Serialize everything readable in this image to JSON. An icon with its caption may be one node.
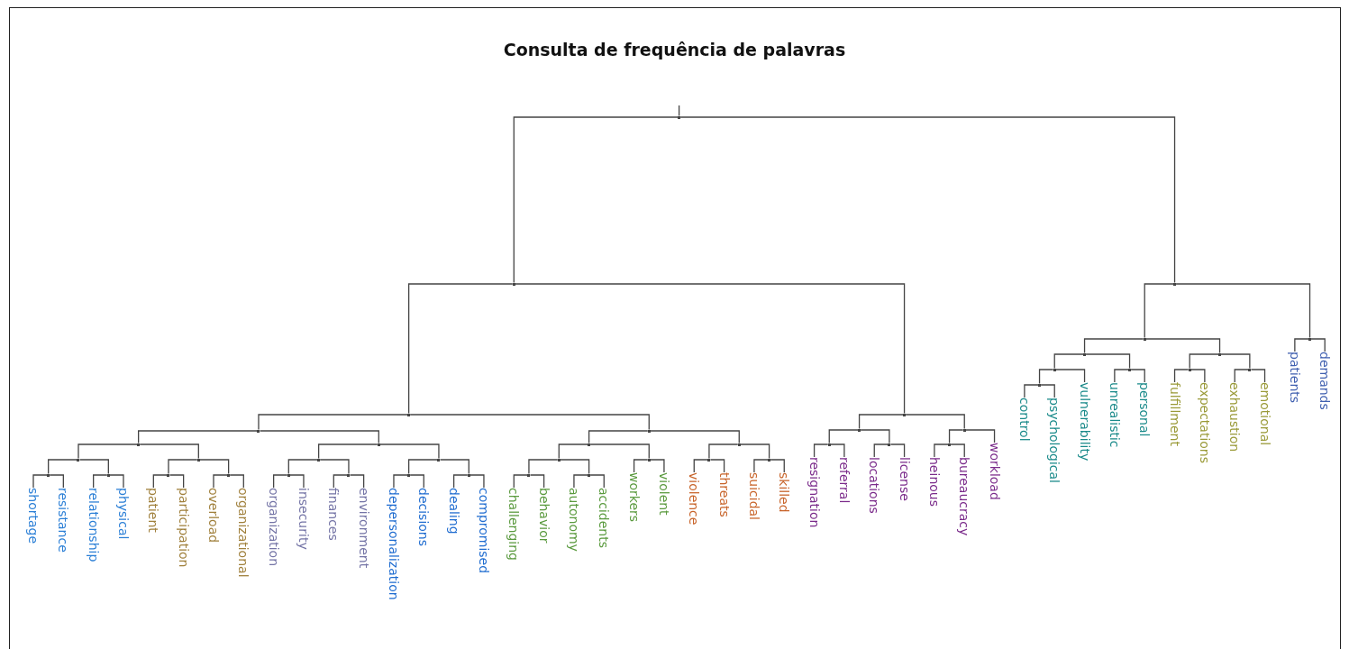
{
  "diagram": {
    "title": "Consulta de frequência de palavras",
    "nodes": [
      {
        "text": [],
        "shape": "point"
      },
      {
        "text": [],
        "shape": "point"
      },
      {
        "text": [],
        "shape": "point"
      },
      {
        "text": [],
        "shape": "point"
      },
      {
        "text": [],
        "shape": "point"
      },
      {
        "text": [],
        "shape": "point"
      },
      {
        "text": [],
        "shape": "point"
      },
      {
        "text": [],
        "shape": "point"
      },
      {
        "text": [],
        "shape": "point"
      },
      {
        "text": [],
        "shape": "point"
      },
      {
        "text": [],
        "shape": "point"
      },
      {
        "text": [],
        "shape": "point"
      },
      {
        "text": [],
        "shape": "point"
      },
      {
        "text": [],
        "shape": "point"
      },
      {
        "text": [],
        "shape": "point"
      },
      {
        "text": [],
        "shape": "point"
      },
      {
        "text": [],
        "shape": "point"
      },
      {
        "text": [],
        "shape": "point"
      },
      {
        "text": [],
        "shape": "point"
      },
      {
        "text": [],
        "shape": "point"
      },
      {
        "text": [],
        "shape": "point"
      },
      {
        "text": [],
        "shape": "point"
      },
      {
        "text": [],
        "shape": "point"
      },
      {
        "text": [],
        "shape": "point"
      },
      {
        "text": [],
        "shape": "point"
      },
      {
        "text": [],
        "shape": "point"
      },
      {
        "text": [],
        "shape": "point"
      },
      {
        "text": [],
        "shape": "point"
      },
      {
        "text": [],
        "shape": "point"
      },
      {
        "text": [],
        "shape": "point"
      },
      {
        "text": [],
        "shape": "point"
      },
      {
        "text": [],
        "shape": "point"
      },
      {
        "text": [],
        "shape": "point"
      },
      {
        "text": [],
        "shape": "point"
      },
      {
        "text": [],
        "shape": "point"
      },
      {
        "text": [],
        "shape": "point"
      },
      {
        "text": [],
        "shape": "point"
      },
      {
        "text": [],
        "shape": "point"
      },
      {
        "text": [],
        "shape": "point"
      },
      {
        "text": [],
        "shape": "point"
      },
      {
        "text": [],
        "shape": "point"
      },
      {
        "text": [],
        "shape": "point"
      },
      {
        "text": [],
        "shape": "point"
      },
      {
        "text": [
          "shortage"
        ]
      },
      {
        "text": [
          "resistance"
        ]
      },
      {
        "text": [
          "relationship"
        ]
      },
      {
        "text": [
          "physical"
        ]
      },
      {
        "text": [
          "patient"
        ]
      },
      {
        "text": [
          "participation"
        ]
      },
      {
        "text": [
          "overload"
        ]
      },
      {
        "text": [
          "organizational"
        ]
      },
      {
        "text": [
          "organization"
        ]
      },
      {
        "text": [
          "insecurity"
        ]
      },
      {
        "text": [
          "finances"
        ]
      },
      {
        "text": [
          "environment"
        ]
      },
      {
        "text": [
          "depersonalization"
        ]
      },
      {
        "text": [
          "decisions"
        ]
      },
      {
        "text": [
          "dealing"
        ]
      },
      {
        "text": [
          "compromised"
        ]
      },
      {
        "text": [
          "challenging"
        ]
      },
      {
        "text": [
          "behavior"
        ]
      },
      {
        "text": [
          "autonomy"
        ]
      },
      {
        "text": [
          "accidents"
        ]
      },
      {
        "text": [
          "workers"
        ]
      },
      {
        "text": [
          "violent"
        ]
      },
      {
        "text": [
          "violence"
        ]
      },
      {
        "text": [
          "threats"
        ]
      },
      {
        "text": [
          "suicidal"
        ]
      },
      {
        "text": [
          "skilled"
        ]
      },
      {
        "text": [
          "resignation"
        ]
      },
      {
        "text": [
          "referral"
        ]
      },
      {
        "text": [
          "locations"
        ]
      },
      {
        "text": [
          "license"
        ]
      },
      {
        "text": [
          "heinous"
        ]
      },
      {
        "text": [
          "bureaucracy"
        ]
      },
      {
        "text": [
          "workload"
        ]
      },
      {
        "text": [
          "control"
        ]
      },
      {
        "text": [
          "psychological"
        ]
      },
      {
        "text": [
          "vulnerability"
        ]
      },
      {
        "text": [
          "unrealistic"
        ]
      },
      {
        "text": [
          "personal"
        ]
      },
      {
        "text": [
          "fulfillment"
        ]
      },
      {
        "text": [
          "expectations"
        ]
      },
      {
        "text": [
          "exhaustion"
        ]
      },
      {
        "text": [
          "emotional"
        ]
      },
      {
        "text": [
          "patients"
        ]
      },
      {
        "text": [
          "demands"
        ]
      }
    ],
    "edges": [
      {
        "from": null,
        "to": 0,
        "arrow": "none"
      },
      {
        "from": 0,
        "to": 1,
        "arrow": "none"
      },
      {
        "from": 0,
        "to": 2,
        "arrow": "none"
      },
      {
        "from": 1,
        "to": 3,
        "arrow": "none"
      },
      {
        "from": 1,
        "to": 4,
        "arrow": "none"
      },
      {
        "from": 2,
        "to": 5,
        "arrow": "none"
      },
      {
        "from": 2,
        "to": 6,
        "arrow": "none"
      },
      {
        "from": 3,
        "to": 7,
        "arrow": "none"
      },
      {
        "from": 3,
        "to": 8,
        "arrow": "none"
      },
      {
        "from": 4,
        "to": 9,
        "arrow": "none"
      },
      {
        "from": 4,
        "to": 10,
        "arrow": "none"
      },
      {
        "from": 5,
        "to": 11,
        "arrow": "none"
      },
      {
        "from": 5,
        "to": 12,
        "arrow": "none"
      },
      {
        "from": 6,
        "to": 85,
        "arrow": "none"
      },
      {
        "from": 6,
        "to": 86,
        "arrow": "none"
      },
      {
        "from": 7,
        "to": 13,
        "arrow": "none"
      },
      {
        "from": 7,
        "to": 14,
        "arrow": "none"
      },
      {
        "from": 8,
        "to": 15,
        "arrow": "none"
      },
      {
        "from": 8,
        "to": 16,
        "arrow": "none"
      },
      {
        "from": 9,
        "to": 17,
        "arrow": "none"
      },
      {
        "from": 9,
        "to": 18,
        "arrow": "none"
      },
      {
        "from": 10,
        "to": 19,
        "arrow": "none"
      },
      {
        "from": 10,
        "to": 75,
        "arrow": "none"
      },
      {
        "from": 11,
        "to": 20,
        "arrow": "none"
      },
      {
        "from": 11,
        "to": 21,
        "arrow": "none"
      },
      {
        "from": 12,
        "to": 22,
        "arrow": "none"
      },
      {
        "from": 12,
        "to": 23,
        "arrow": "none"
      },
      {
        "from": 13,
        "to": 24,
        "arrow": "none"
      },
      {
        "from": 13,
        "to": 25,
        "arrow": "none"
      },
      {
        "from": 14,
        "to": 26,
        "arrow": "none"
      },
      {
        "from": 14,
        "to": 27,
        "arrow": "none"
      },
      {
        "from": 15,
        "to": 28,
        "arrow": "none"
      },
      {
        "from": 15,
        "to": 29,
        "arrow": "none"
      },
      {
        "from": 16,
        "to": 30,
        "arrow": "none"
      },
      {
        "from": 16,
        "to": 31,
        "arrow": "none"
      },
      {
        "from": 17,
        "to": 69,
        "arrow": "none"
      },
      {
        "from": 17,
        "to": 70,
        "arrow": "none"
      },
      {
        "from": 18,
        "to": 71,
        "arrow": "none"
      },
      {
        "from": 18,
        "to": 72,
        "arrow": "none"
      },
      {
        "from": 19,
        "to": 73,
        "arrow": "none"
      },
      {
        "from": 19,
        "to": 74,
        "arrow": "none"
      },
      {
        "from": 20,
        "to": 32,
        "arrow": "none"
      },
      {
        "from": 20,
        "to": 78,
        "arrow": "none"
      },
      {
        "from": 21,
        "to": 79,
        "arrow": "none"
      },
      {
        "from": 21,
        "to": 80,
        "arrow": "none"
      },
      {
        "from": 22,
        "to": 81,
        "arrow": "none"
      },
      {
        "from": 22,
        "to": 82,
        "arrow": "none"
      },
      {
        "from": 23,
        "to": 83,
        "arrow": "none"
      },
      {
        "from": 23,
        "to": 84,
        "arrow": "none"
      },
      {
        "from": 24,
        "to": 33,
        "arrow": "none"
      },
      {
        "from": 24,
        "to": 34,
        "arrow": "none"
      },
      {
        "from": 25,
        "to": 35,
        "arrow": "none"
      },
      {
        "from": 25,
        "to": 36,
        "arrow": "none"
      },
      {
        "from": 26,
        "to": 37,
        "arrow": "none"
      },
      {
        "from": 26,
        "to": 38,
        "arrow": "none"
      },
      {
        "from": 27,
        "to": 39,
        "arrow": "none"
      },
      {
        "from": 27,
        "to": 40,
        "arrow": "none"
      },
      {
        "from": 28,
        "to": 41,
        "arrow": "none"
      },
      {
        "from": 28,
        "to": 42,
        "arrow": "none"
      },
      {
        "from": 29,
        "to": 63,
        "arrow": "none"
      },
      {
        "from": 29,
        "to": 64,
        "arrow": "none"
      },
      {
        "from": 30,
        "to": 65,
        "arrow": "none"
      },
      {
        "from": 30,
        "to": 66,
        "arrow": "none"
      },
      {
        "from": 31,
        "to": 67,
        "arrow": "none"
      },
      {
        "from": 31,
        "to": 68,
        "arrow": "none"
      },
      {
        "from": 32,
        "to": 76,
        "arrow": "none"
      },
      {
        "from": 32,
        "to": 77,
        "arrow": "none"
      },
      {
        "from": 33,
        "to": 43,
        "arrow": "none"
      },
      {
        "from": 33,
        "to": 44,
        "arrow": "none"
      },
      {
        "from": 34,
        "to": 45,
        "arrow": "none"
      },
      {
        "from": 34,
        "to": 46,
        "arrow": "none"
      },
      {
        "from": 35,
        "to": 47,
        "arrow": "none"
      },
      {
        "from": 35,
        "to": 48,
        "arrow": "none"
      },
      {
        "from": 36,
        "to": 49,
        "arrow": "none"
      },
      {
        "from": 36,
        "to": 50,
        "arrow": "none"
      },
      {
        "from": 37,
        "to": 51,
        "arrow": "none"
      },
      {
        "from": 37,
        "to": 52,
        "arrow": "none"
      },
      {
        "from": 38,
        "to": 53,
        "arrow": "none"
      },
      {
        "from": 38,
        "to": 54,
        "arrow": "none"
      },
      {
        "from": 39,
        "to": 55,
        "arrow": "none"
      },
      {
        "from": 39,
        "to": 56,
        "arrow": "none"
      },
      {
        "from": 40,
        "to": 57,
        "arrow": "none"
      },
      {
        "from": 40,
        "to": 58,
        "arrow": "none"
      },
      {
        "from": 41,
        "to": 59,
        "arrow": "none"
      },
      {
        "from": 41,
        "to": 60,
        "arrow": "none"
      },
      {
        "from": 42,
        "to": 61,
        "arrow": "none"
      },
      {
        "from": 42,
        "to": 62,
        "arrow": "none"
      }
    ]
  }
}
